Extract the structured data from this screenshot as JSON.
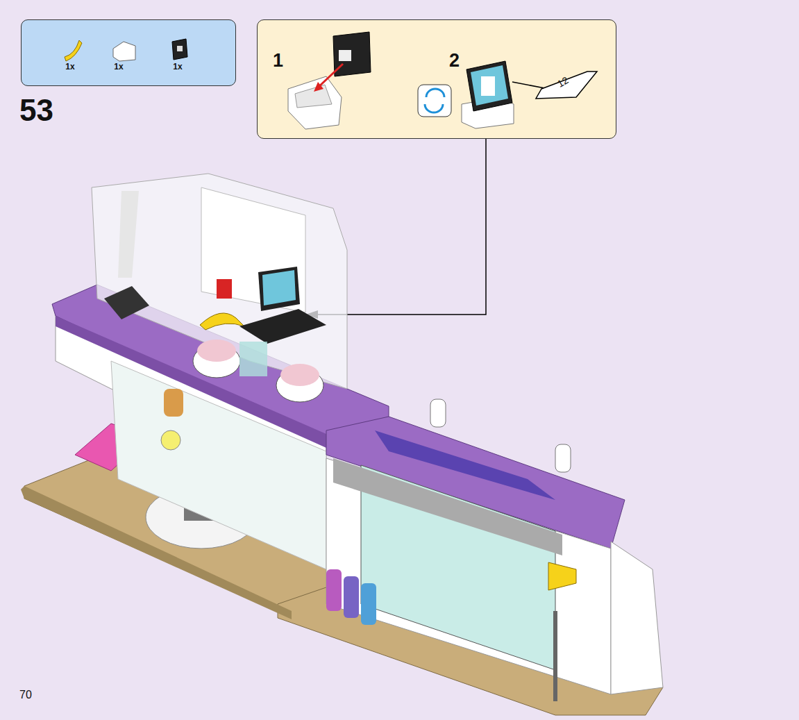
{
  "diagram": {
    "nodes": [
      {
        "text": [
          "1x",
          "1x",
          "1x"
        ]
      },
      {
        "text": [
          "1",
          "2"
        ]
      }
    ],
    "labels": [
      "53",
      "12",
      "70"
    ]
  }
}
